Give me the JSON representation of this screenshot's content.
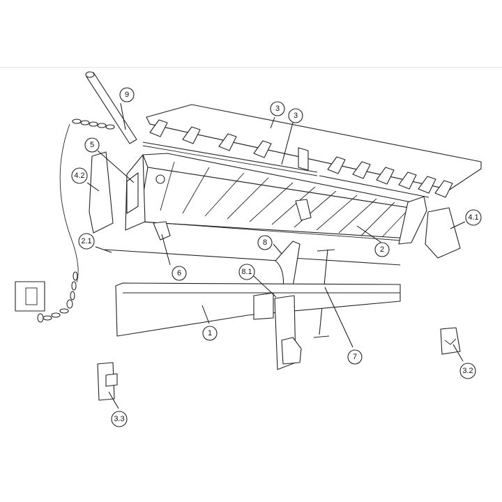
{
  "callouts": [
    {
      "id": "c1",
      "label": "1"
    },
    {
      "id": "c2",
      "label": "2"
    },
    {
      "id": "c21",
      "label": "2.1"
    },
    {
      "id": "c3a",
      "label": "3"
    },
    {
      "id": "c3b",
      "label": "3"
    },
    {
      "id": "c32",
      "label": "3.2"
    },
    {
      "id": "c33",
      "label": "3.3"
    },
    {
      "id": "c41",
      "label": "4.1"
    },
    {
      "id": "c42",
      "label": "4.2"
    },
    {
      "id": "c5",
      "label": "5"
    },
    {
      "id": "c6",
      "label": "6"
    },
    {
      "id": "c7",
      "label": "7"
    },
    {
      "id": "c8",
      "label": "8"
    },
    {
      "id": "c81",
      "label": "8.1"
    },
    {
      "id": "c9",
      "label": "9"
    }
  ]
}
